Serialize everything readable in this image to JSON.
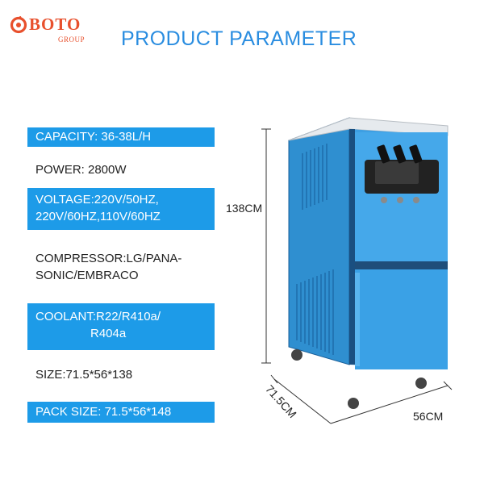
{
  "brand": {
    "name": "BOTO",
    "subname": "GROUP",
    "color": "#e8502d"
  },
  "title": "PRODUCT PARAMETER",
  "accent_color": "#1d9be8",
  "params": [
    {
      "lines": [
        "CAPACITY: 36-38L/H"
      ],
      "highlight": true
    },
    {
      "lines": [
        "POWER: 2800W"
      ],
      "highlight": false
    },
    {
      "lines": [
        "VOLTAGE:220V/50HZ,",
        "220V/60HZ,110V/60HZ"
      ],
      "highlight": true
    },
    {
      "lines": [
        "COMPRESSOR:LG/PANA-",
        "SONIC/EMBRACO"
      ],
      "highlight": false
    },
    {
      "lines": [
        "COOLANT:R22/R410a/",
        "R404a"
      ],
      "highlight": true
    },
    {
      "lines": [
        "SIZE:71.5*56*138"
      ],
      "highlight": false
    },
    {
      "lines": [
        "PACK SIZE: 71.5*56*148"
      ],
      "highlight": true
    }
  ],
  "dimensions": {
    "height": "138CM",
    "depth": "71.5CM",
    "width": "56CM"
  }
}
